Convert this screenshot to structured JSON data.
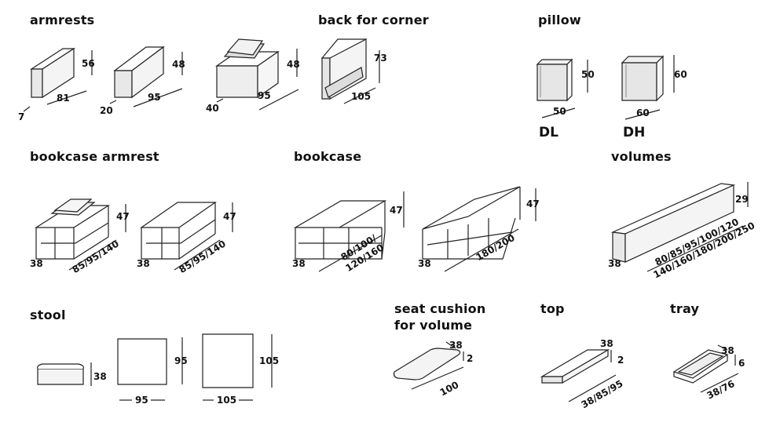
{
  "headings": {
    "armrests": "armrests",
    "back_corner": "back for corner",
    "pillow": "pillow",
    "bookcase_armrest": "bookcase armrest",
    "bookcase": "bookcase",
    "volumes": "volumes",
    "stool": "stool",
    "seat_cushion_l1": "seat cushion",
    "seat_cushion_l2": "for volume",
    "top": "top",
    "tray": "tray"
  },
  "armrests": {
    "a1_h": "56",
    "a1_w": "81",
    "a1_d": "7",
    "a2_h": "48",
    "a2_w": "95",
    "a2_d": "20",
    "a3_h": "48",
    "a3_w": "95",
    "a3_d": "40"
  },
  "back_corner": {
    "h": "73",
    "w": "105"
  },
  "pillow": {
    "dl_h": "50",
    "dl_w": "50",
    "dl_label": "DL",
    "dh_h": "60",
    "dh_w": "60",
    "dh_label": "DH"
  },
  "bookcase_armrest": {
    "b1_h": "47",
    "b1_d": "38",
    "b1_w": "85/95/140",
    "b2_h": "47",
    "b2_d": "38",
    "b2_w": "85/95/140"
  },
  "bookcase": {
    "c1_h": "47",
    "c1_d": "38",
    "c1_w1": "80/100/",
    "c1_w2": "120/160",
    "c2_h": "47",
    "c2_d": "38",
    "c2_w": "180/200"
  },
  "volumes": {
    "h": "29",
    "d": "38",
    "w1": "80/85/95/100/120",
    "w2": "140/160/180/200/250"
  },
  "stool": {
    "s1_h": "38",
    "s2_h": "95",
    "s2_w": "95",
    "s3_h": "105",
    "s3_w": "105"
  },
  "seat_cushion": {
    "d": "38",
    "h": "2",
    "w": "100"
  },
  "top": {
    "d": "38",
    "h": "2",
    "w": "38/85/95"
  },
  "tray": {
    "d": "38",
    "h": "6",
    "w": "38/76"
  }
}
